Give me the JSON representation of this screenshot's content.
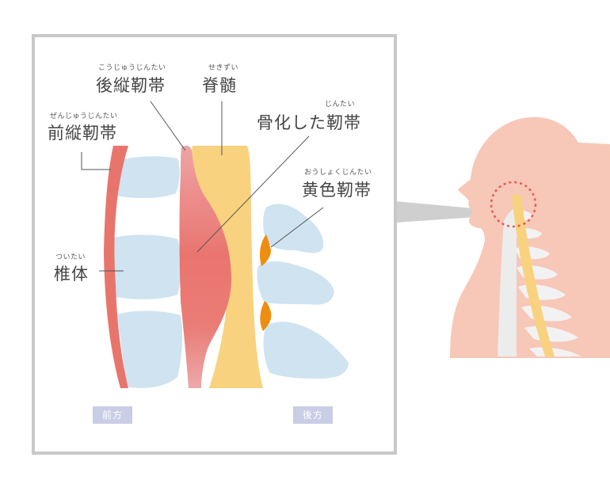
{
  "labels": {
    "plr": {
      "text": "後縦靭帯",
      "ruby": "こうじゅうじんたい"
    },
    "spinal_cord": {
      "text": "脊髄",
      "ruby": "せきずい"
    },
    "alr": {
      "text": "前縦靭帯",
      "ruby": "ぜんじゅうじんたい"
    },
    "ossified": {
      "text": "骨化した靭帯",
      "ruby": "じんたい"
    },
    "yellow": {
      "text": "黄色靭帯",
      "ruby": "おうしょくじんたい"
    },
    "vertebra": {
      "text": "椎体",
      "ruby": "ついたい"
    }
  },
  "direction": {
    "front": "前方",
    "back": "後方"
  },
  "colors": {
    "frame": "#c8c8c8",
    "bone": "#cfe3f1",
    "ligament_red": "#e8756b",
    "plr_pink": "#e9a3a6",
    "cord_yellow": "#f8d27e",
    "yellow_lig": "#ee8e0e",
    "skin": "#f7c7b8",
    "dotted_circle": "#e55b55",
    "tag_bg": "#c9cde6"
  },
  "icons": {
    "neck": "head-neck-silhouette-icon"
  }
}
